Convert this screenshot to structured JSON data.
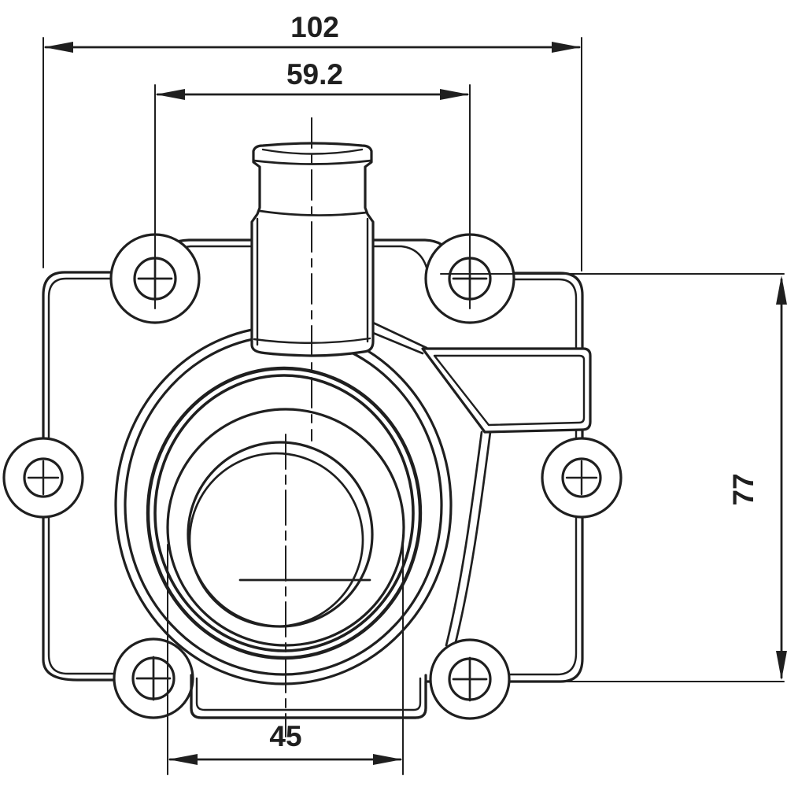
{
  "drawing": {
    "type": "technical-dimension-drawing",
    "colors": {
      "ink": "#1f1f1f",
      "paper": "#ffffff"
    },
    "dimensions": {
      "overall_width": {
        "value": "102"
      },
      "top_hole_spacing": {
        "value": "59.2"
      },
      "side_height": {
        "value": "77"
      },
      "bore_width": {
        "value": "45"
      }
    }
  }
}
